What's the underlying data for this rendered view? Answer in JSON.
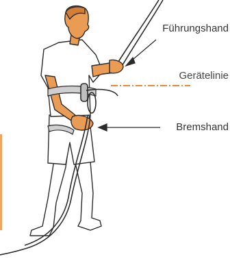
{
  "labels": {
    "guide_hand": "Führungshand",
    "device_line": "Gerätelinie",
    "brake_hand": "Bremshand"
  },
  "colors": {
    "outline": "#2b2b2b",
    "skin": "#ea9c55",
    "skin_dark": "#d47f38",
    "device_line": "#e8893a",
    "side_bar": "#f2a35e",
    "clothing": "#ffffff",
    "harness": "#cfcfcf"
  }
}
